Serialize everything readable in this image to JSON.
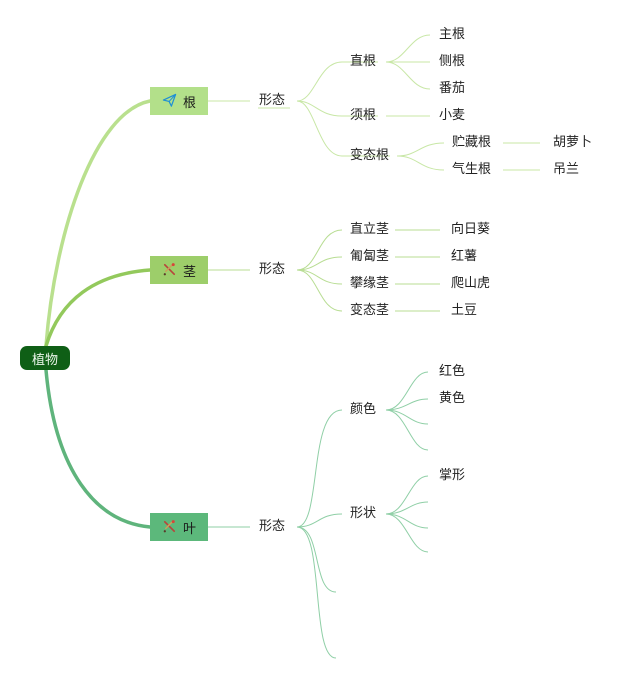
{
  "root": {
    "label": "植物"
  },
  "colors": {
    "root_fill": "#0f5f16",
    "root_branch_fill": "#b3e08a",
    "stem_branch_fill": "#9dce6a",
    "leaf_branch_fill": "#5cb87b",
    "root_branch_line": "#b9e08e",
    "stem_branch_line": "#93c95c",
    "leaf_branch_line": "#5fb47c"
  },
  "branches": [
    {
      "label": "根",
      "icon": "paper-plane-icon",
      "child": {
        "label": "形态",
        "children": [
          {
            "label": "直根",
            "children": [
              "主根",
              "侧根",
              "番茄"
            ]
          },
          {
            "label": "须根",
            "children": [
              "小麦"
            ]
          },
          {
            "label": "变态根",
            "children": [
              {
                "label": "贮藏根",
                "child": "胡萝卜"
              },
              {
                "label": "气生根",
                "child": "吊兰"
              }
            ]
          }
        ]
      }
    },
    {
      "label": "茎",
      "icon": "tools-icon",
      "child": {
        "label": "形态",
        "children": [
          {
            "label": "直立茎",
            "child": "向日葵"
          },
          {
            "label": "匍匐茎",
            "child": "红薯"
          },
          {
            "label": "攀缘茎",
            "child": "爬山虎"
          },
          {
            "label": "变态茎",
            "child": "土豆"
          }
        ]
      }
    },
    {
      "label": "叶",
      "icon": "tools-icon",
      "child": {
        "label": "形态",
        "children": [
          {
            "label": "颜色",
            "children": [
              "红色",
              "黄色"
            ]
          },
          {
            "label": "形状",
            "children": [
              "掌形"
            ]
          }
        ]
      }
    }
  ]
}
